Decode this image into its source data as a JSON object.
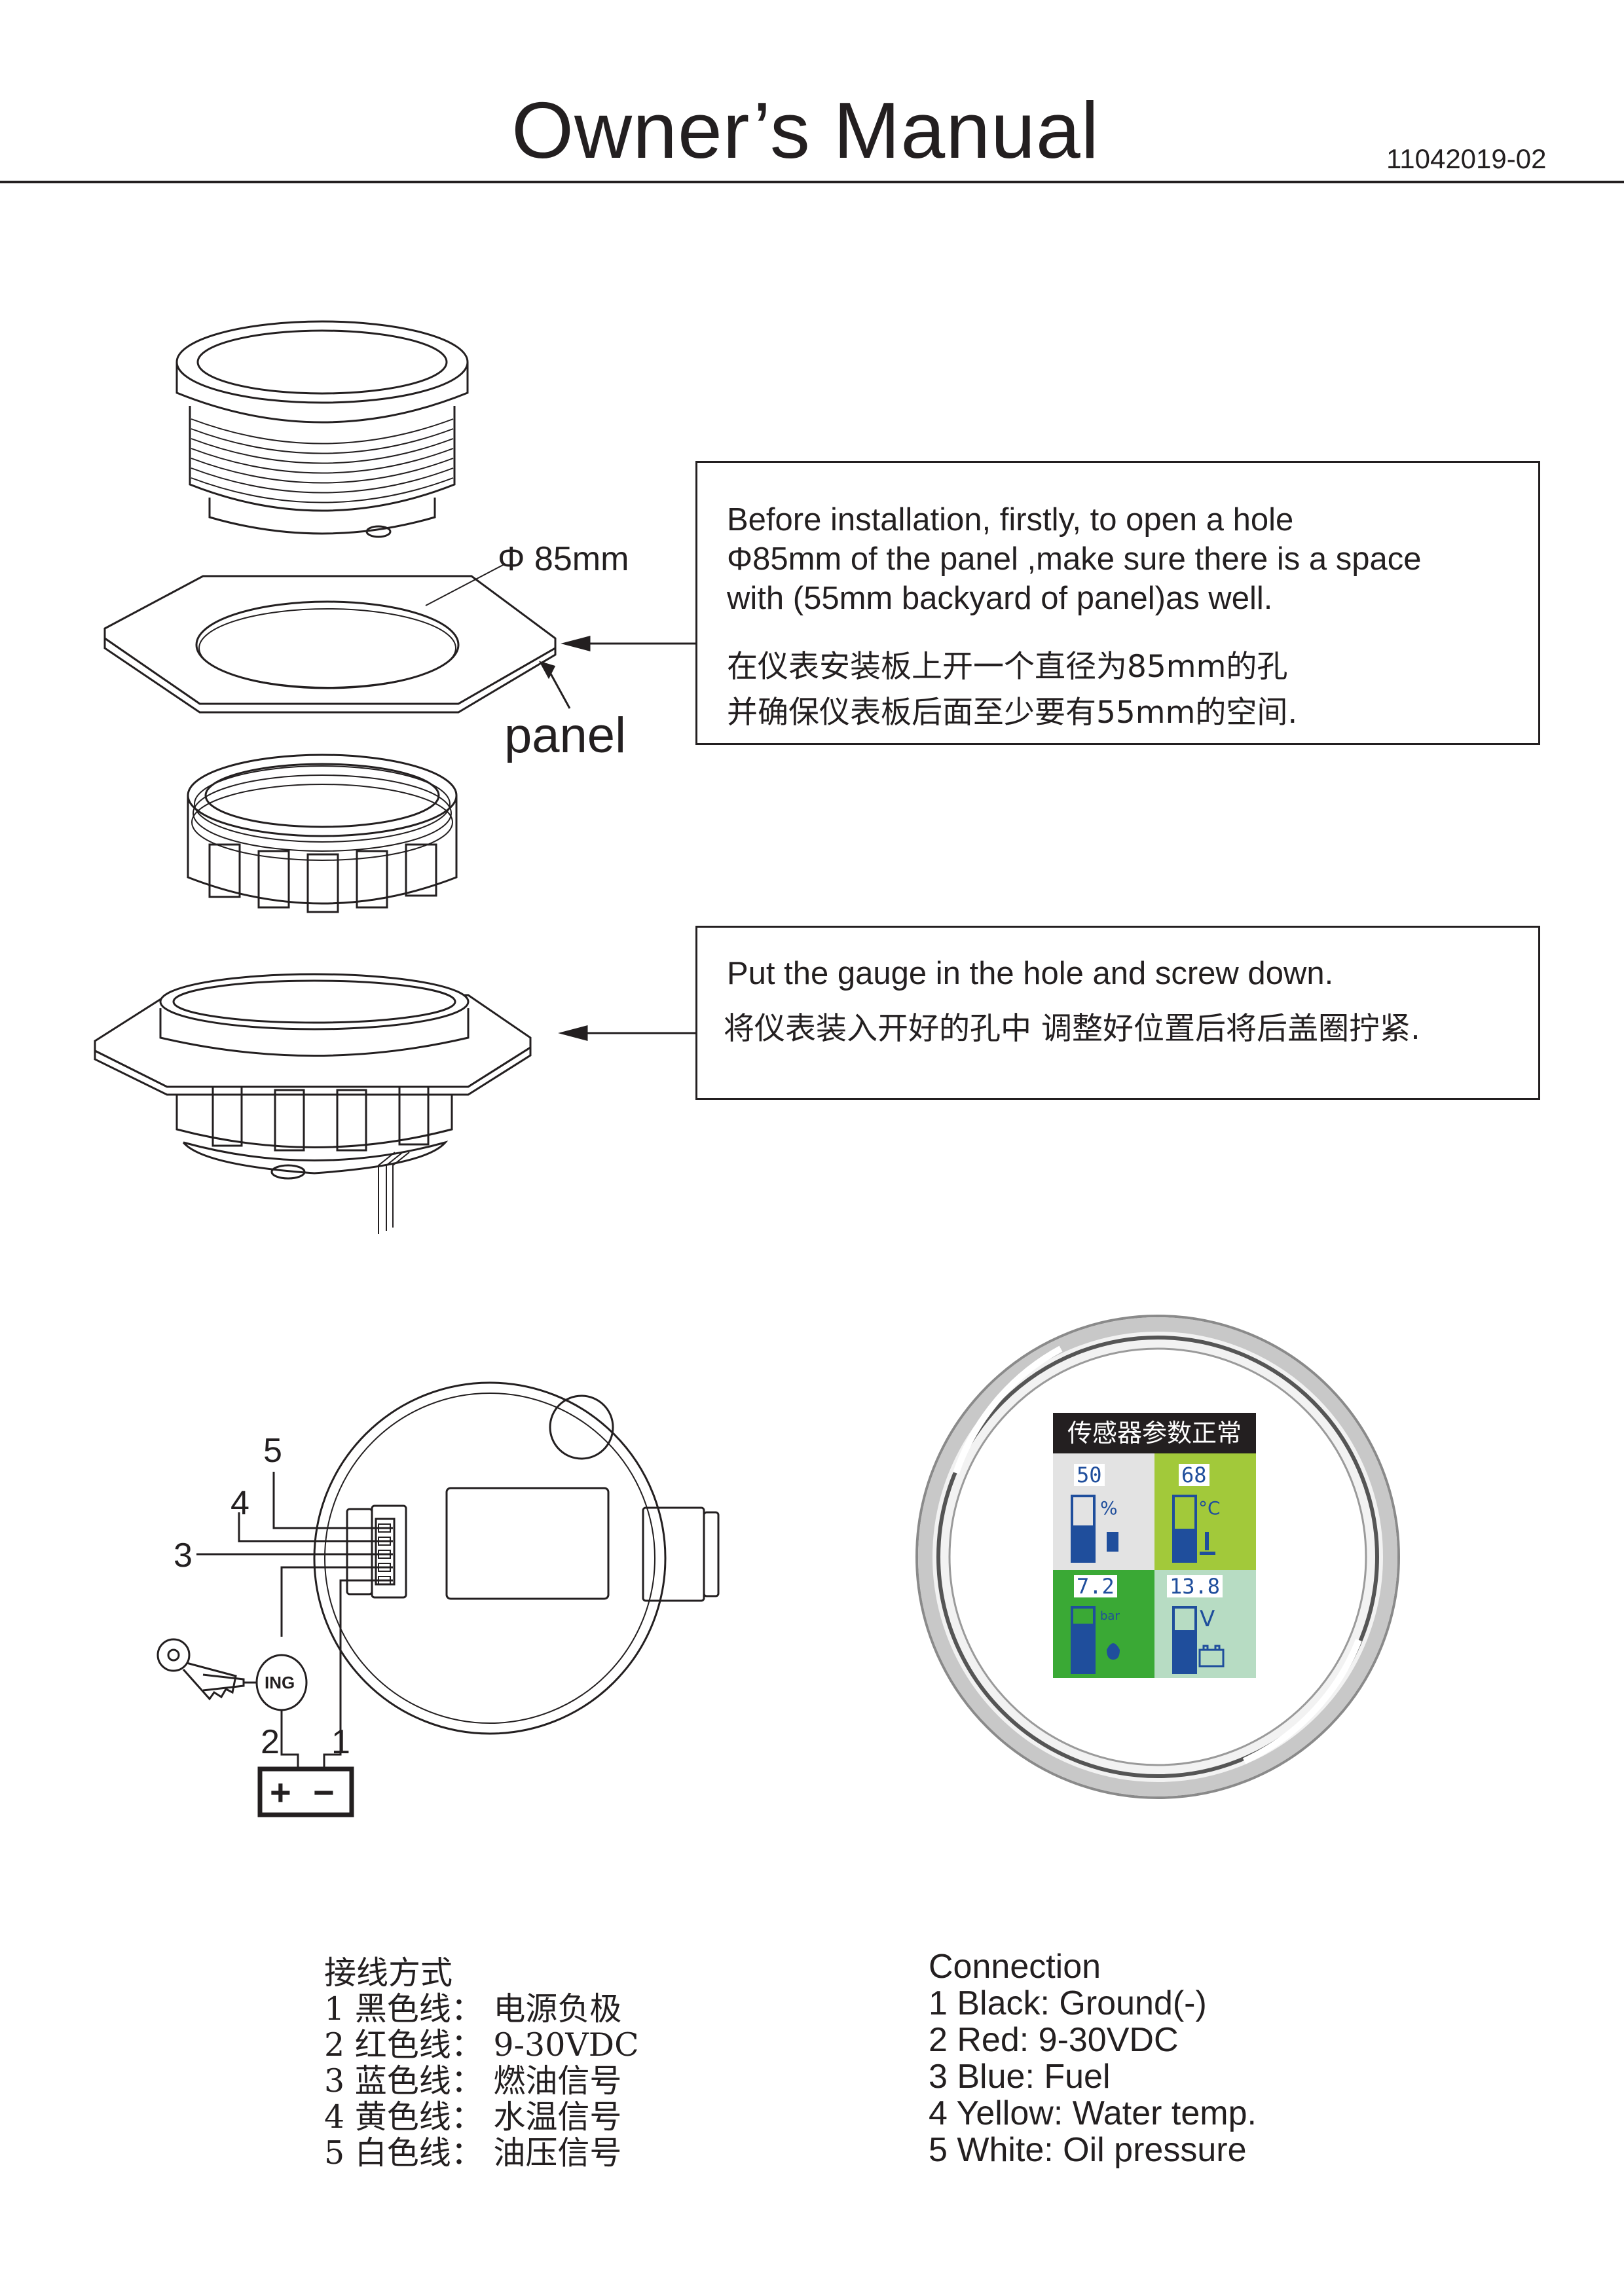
{
  "header": {
    "title": "Owner’s Manual",
    "doc_code": "11042019-02"
  },
  "step1": {
    "hole_label": "Φ 85mm",
    "panel_label": "panel",
    "en_lines": [
      "Before installation, firstly, to open a hole",
      "Φ85mm of the panel ,make sure there is a space",
      "with (55mm backyard of panel)as well."
    ],
    "zh_lines": [
      "在仪表安装板上开一个直径为85mm的孔",
      "并确保仪表板后面至少要有55mm的空间."
    ]
  },
  "step2": {
    "en_line": "Put the gauge in the hole and screw down.",
    "zh_line": "将仪表装入开好的孔中 调整好位置后将后盖圈拧紧."
  },
  "wiring": {
    "wire_numbers": [
      "5",
      "4",
      "3",
      "2",
      "1"
    ],
    "ignition_label": "ING",
    "battery_plus": "+",
    "battery_minus": "−"
  },
  "gauge_screen": {
    "status": "传感器参数正常",
    "fuel": {
      "value": "50",
      "unit": "%",
      "level": 0.55
    },
    "water_temp": {
      "value": "68",
      "unit": "°C",
      "level": 0.5
    },
    "oil_pressure": {
      "value": "7.2",
      "unit": "bar",
      "level": 0.75
    },
    "voltage": {
      "value": "13.8",
      "unit": "V",
      "level": 0.65
    },
    "colors": {
      "fuel_bg": "#e3e3e3",
      "temp_bg": "#a2c93a",
      "oil_bg": "#3aa935",
      "volt_bg": "#b7dcc3",
      "bar_fill": "#1f4e9c"
    }
  },
  "connection_zh": {
    "title": "接线方式",
    "items": [
      "1  黑色线：  电源负极",
      "2  红色线：  9-30VDC",
      "3  蓝色线：  燃油信号",
      "4  黄色线：  水温信号",
      "5  白色线：  油压信号"
    ]
  },
  "connection_en": {
    "title": "Connection",
    "items": [
      "1 Black: Ground(-)",
      "2 Red: 9-30VDC",
      "3 Blue: Fuel",
      "4 Yellow: Water temp.",
      "5 White: Oil pressure"
    ]
  }
}
